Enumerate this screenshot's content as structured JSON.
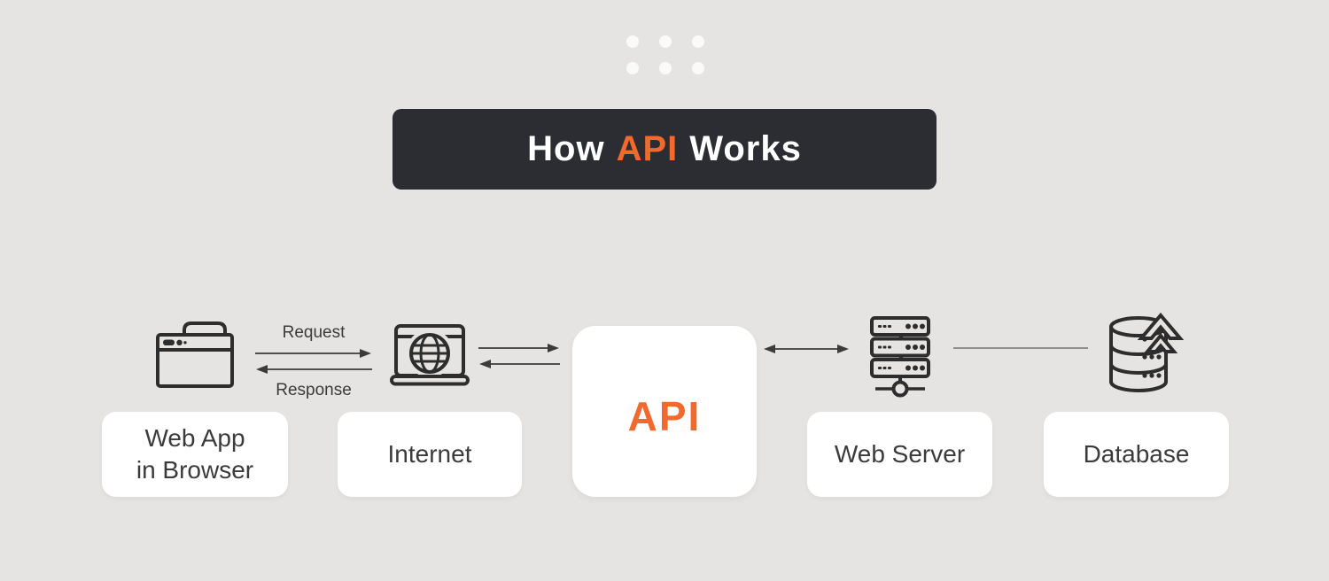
{
  "colors": {
    "background": "#e5e4e2",
    "title_bar": "#2b2d33",
    "accent_orange": "#f2692e",
    "text_dark": "#3b3b3b",
    "icon_stroke": "#2d2d2d",
    "card_background": "#ffffff",
    "plain_line": "#8f8f8f"
  },
  "title": {
    "word_before": "How",
    "highlight": "API",
    "word_after": "Works"
  },
  "decoration": {
    "dot_grid": {
      "rows": 2,
      "cols": 3,
      "color": "#fafafa"
    }
  },
  "diagram": {
    "nodes": [
      {
        "id": "web-app",
        "icon": "browser-window-icon",
        "label": "Web App in Browser",
        "label_line1": "Web App",
        "label_line2": "in Browser"
      },
      {
        "id": "internet",
        "icon": "laptop-globe-icon",
        "label": "Internet"
      },
      {
        "id": "api",
        "icon": null,
        "label": "API"
      },
      {
        "id": "web-server",
        "icon": "server-rack-icon",
        "label": "Web Server"
      },
      {
        "id": "database",
        "icon": "database-upload-icon",
        "label": "Database"
      }
    ],
    "connections": [
      {
        "from": "web-app",
        "to": "internet",
        "style": "paired-arrows",
        "top_label": "Request",
        "bottom_label": "Response"
      },
      {
        "from": "internet",
        "to": "api",
        "style": "paired-arrows"
      },
      {
        "from": "api",
        "to": "web-server",
        "style": "double-headed-arrow"
      },
      {
        "from": "web-server",
        "to": "database",
        "style": "plain-line"
      }
    ]
  }
}
